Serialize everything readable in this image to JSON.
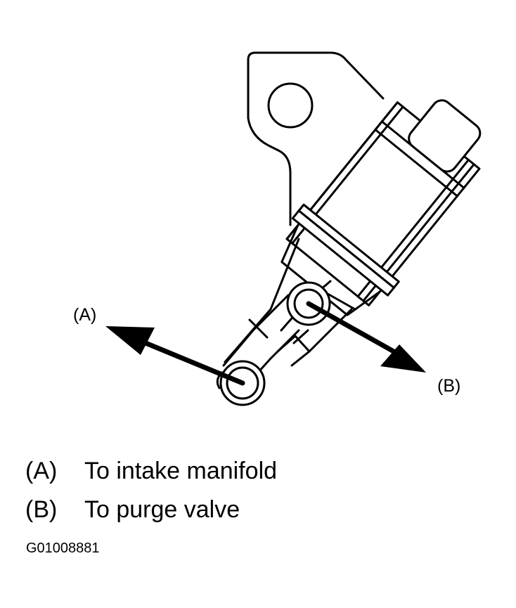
{
  "callouts": {
    "a": "(A)",
    "b": "(B)"
  },
  "legend": [
    {
      "key": "(A)",
      "text": "To intake manifold"
    },
    {
      "key": "(B)",
      "text": "To purge valve"
    }
  ],
  "figure_id": "G01008881"
}
